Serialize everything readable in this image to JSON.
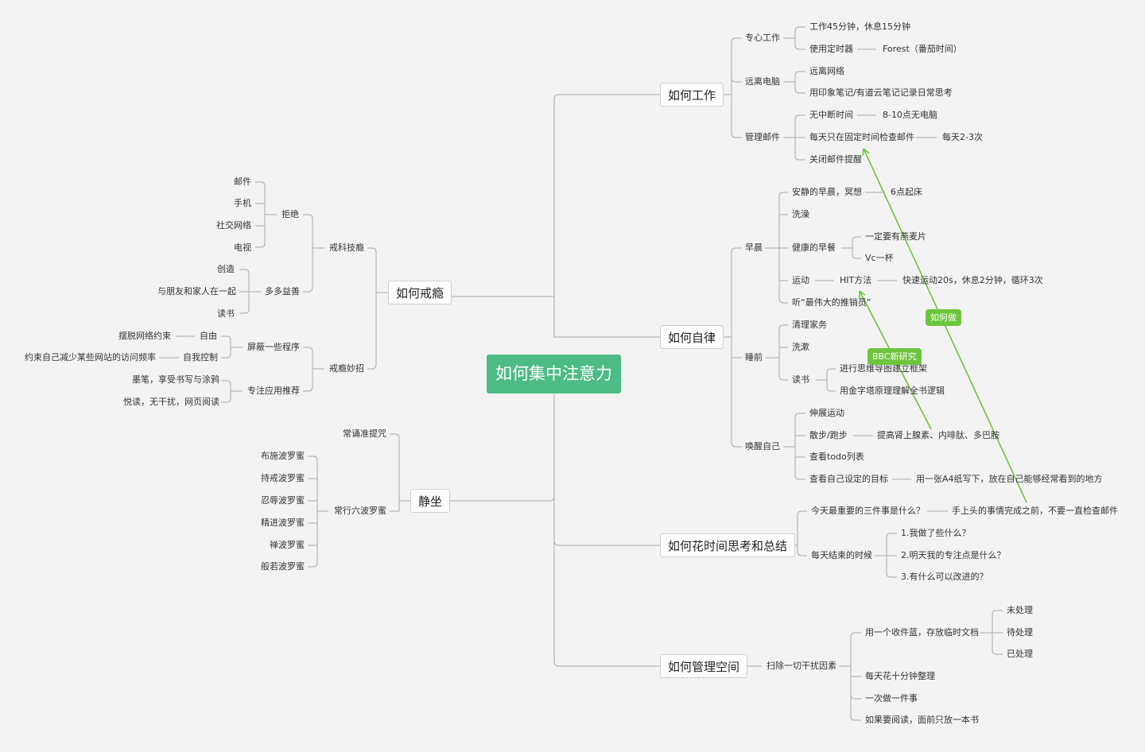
{
  "center": "如何集中注意力",
  "branches": {
    "work": {
      "title": "如何工作",
      "focus": "专心工作",
      "focus_1": "工作45分钟，休息15分钟",
      "focus_2": "使用定时器",
      "focus_2_1": "Forest（番茄时间）",
      "away": "远离电脑",
      "away_1": "远离网络",
      "away_2": "用印象笔记/有道云笔记记录日常思考",
      "mail": "管理邮件",
      "mail_1": "无中断时间",
      "mail_1_1": "8-10点无电脑",
      "mail_2": "每天只在固定时间检查邮件",
      "mail_2_1": "每天2-3次",
      "mail_3": "关闭邮件提醒"
    },
    "discipline": {
      "title": "如何自律",
      "morning": "早晨",
      "m1": "安静的早晨，冥想",
      "m1_1": "6点起床",
      "m2": "洗澡",
      "m3": "健康的早餐",
      "m3_1": "一定要有燕麦片",
      "m3_2": "Vc一杯",
      "m4": "运动",
      "m4_1": "HIT方法",
      "m4_1_1": "快速运动20s，休息2分钟，循环3次",
      "m5": "听“最伟大的推销员”",
      "night": "睡前",
      "n1": "清理家务",
      "n2": "洗漱",
      "n3": "读书",
      "n3_1": "进行思维导图建立框架",
      "n3_2": "用金字塔原理理解全书逻辑",
      "wake": "唤醒自己",
      "w1": "伸展运动",
      "w2": "散步/跑步",
      "w2_1": "提高肾上腺素、内啡肽、多巴胺",
      "w3": "查看todo列表",
      "w4": "查看自己设定的目标",
      "w4_1": "用一张A4纸写下，放在自己能够经常看到的地方"
    },
    "reflect": {
      "title": "如何花时间思考和总结",
      "r1": "今天最重要的三件事是什么？",
      "r1_1": "手上头的事情完成之前，不要一直检查邮件",
      "r2": "每天结束的时候",
      "r2_1": "1.我做了些什么？",
      "r2_2": "2.明天我的专注点是什么？",
      "r2_3": "3.有什么可以改进的？"
    },
    "space": {
      "title": "如何管理空间",
      "s1": "扫除一切干扰因素",
      "s1_1": "用一个收件蓝，存放临时文档",
      "s1_1_1": "未处理",
      "s1_1_2": "待处理",
      "s1_1_3": "已处理",
      "s1_2": "每天花十分钟整理",
      "s1_3": "一次做一件事",
      "s1_4": "如果要阅读，面前只放一本书"
    },
    "quit": {
      "title": "如何戒瘾",
      "tech": "戒科技瘾",
      "refuse": "拒绝",
      "ref_1": "邮件",
      "ref_2": "手机",
      "ref_3": "社交网络",
      "ref_4": "电视",
      "benefit": "多多益善",
      "ben_1": "创造",
      "ben_2": "与朋友和家人在一起",
      "ben_3": "读书",
      "trick": "戒瘾妙招",
      "shield": "屏蔽一些程序",
      "sh_1": "自由",
      "sh_1_1": "摆脱网络约束",
      "sh_2": "自我控制",
      "sh_2_1": "约束自己减少某些网站的访问频率",
      "apps": "专注应用推荐",
      "ap_1": "墨笔，享受书写与涂鸦",
      "ap_2": "悦读，无干扰，网页阅读"
    },
    "meditate": {
      "title": "静坐",
      "chant": "常诵准提咒",
      "six": "常行六波罗蜜",
      "p1": "布施波罗蜜",
      "p2": "持戒波罗蜜",
      "p3": "忍辱波罗蜜",
      "p4": "精进波罗蜜",
      "p5": "禅波罗蜜",
      "p6": "般若波罗蜜"
    }
  },
  "relations": {
    "how_label": "如何做",
    "bbc_label": "BBC新研究"
  },
  "colors": {
    "central": "#4dbb86",
    "relation": "#6cc53c",
    "line": "#a5a5a5",
    "background": "#f3f3f3"
  }
}
